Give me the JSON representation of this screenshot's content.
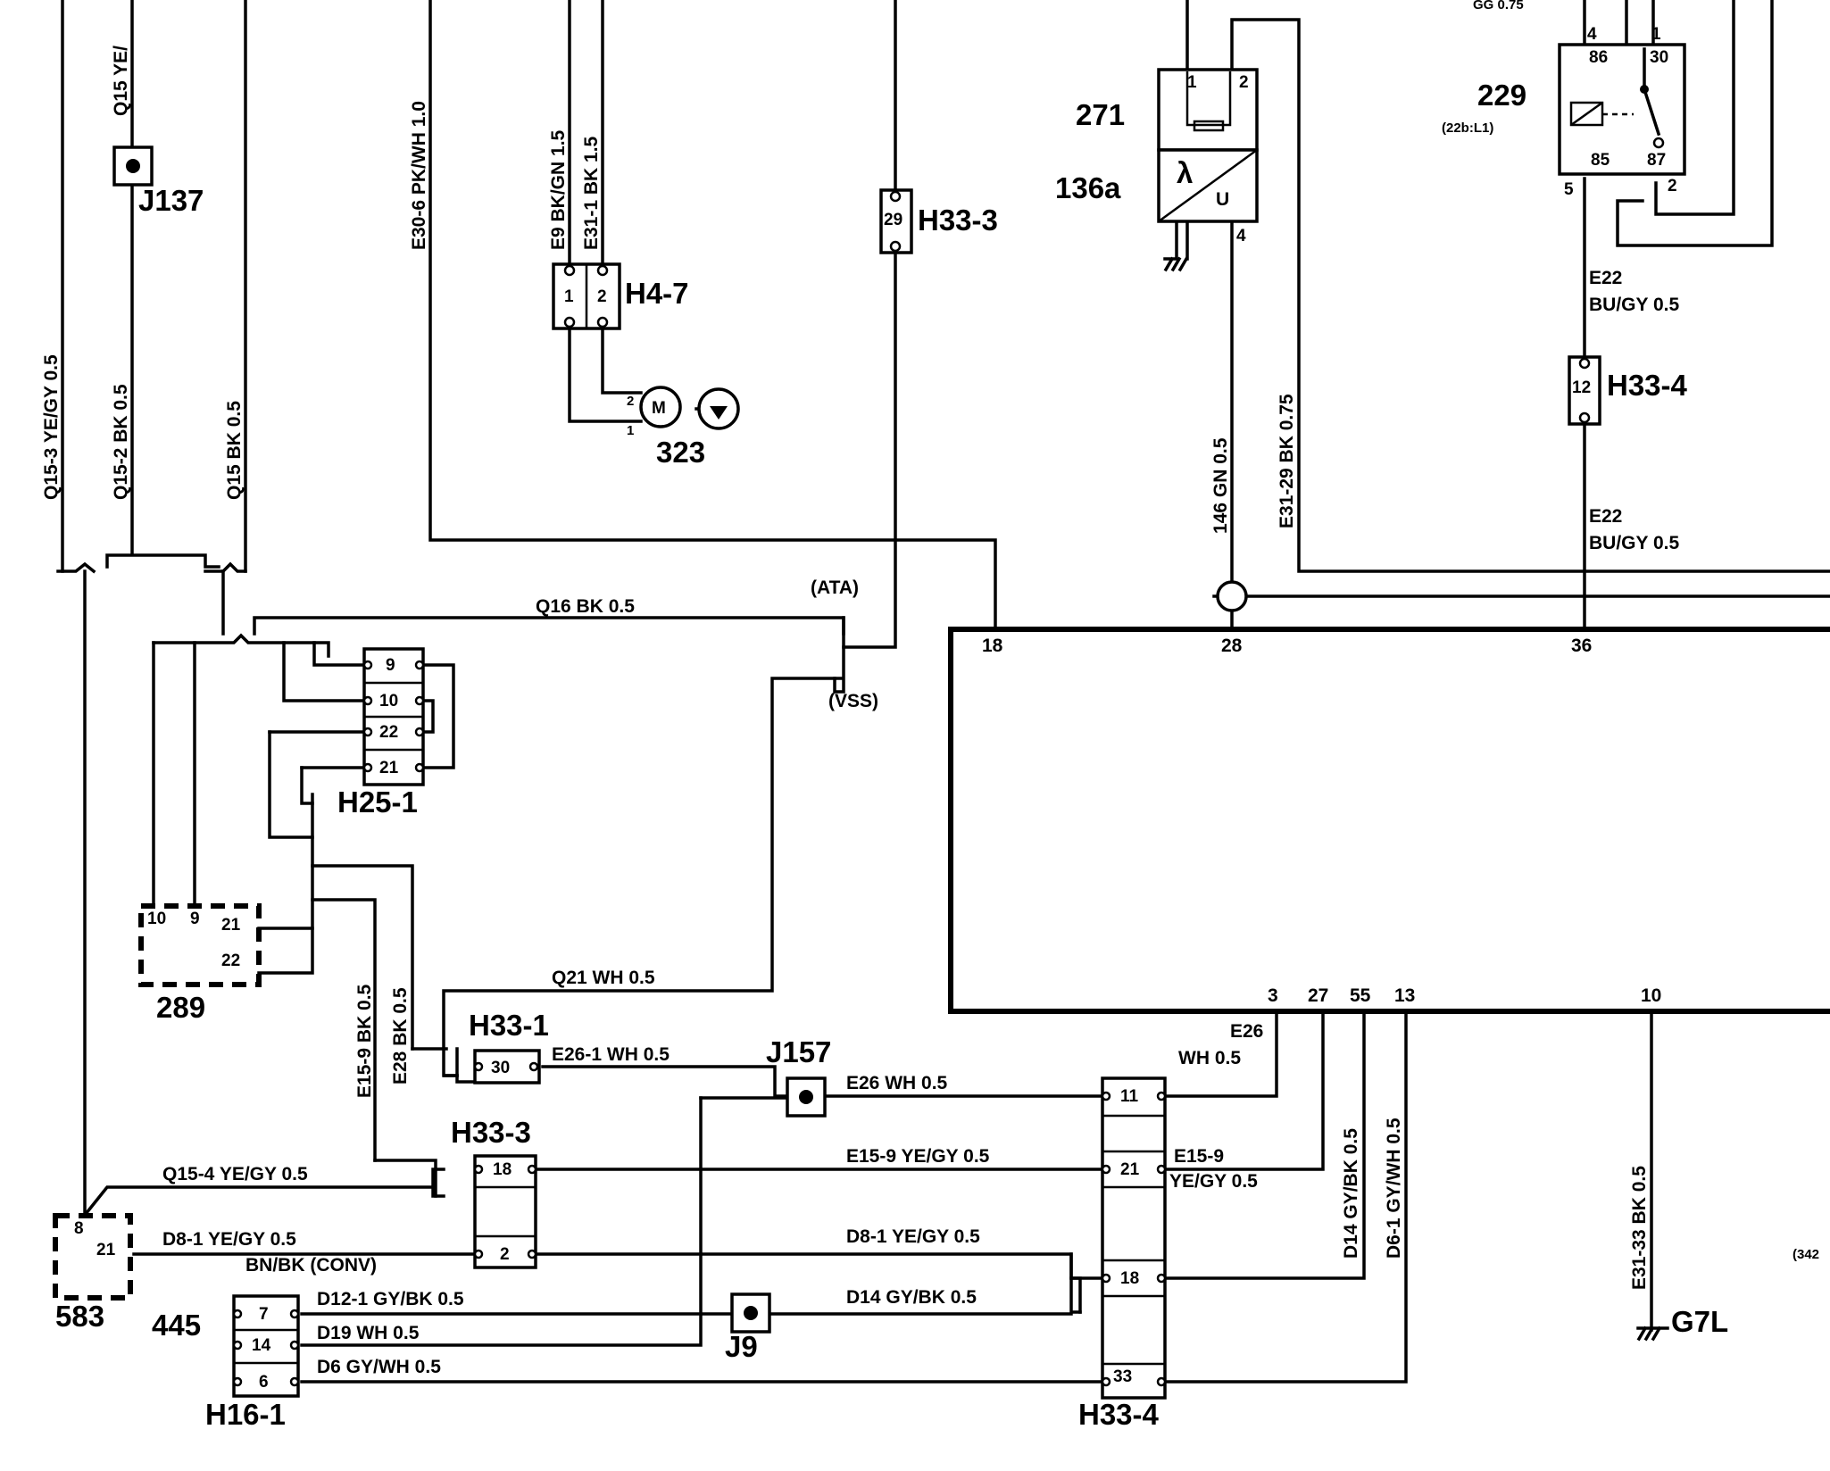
{
  "components": {
    "c_271": "271",
    "c_136a": "136a",
    "c_229": "229",
    "c_229_ref": "(22b:L1)",
    "c_323": "323",
    "c_289": "289",
    "c_583": "583",
    "c_445": "445",
    "j137": "J137",
    "j157": "J157",
    "j9": "J9",
    "g7l": "G7L"
  },
  "connectors": {
    "h33_3_top": "H33-3",
    "h4_7": "H4-7",
    "h33_4_top": "H33-4",
    "h25_1": "H25-1",
    "h33_1": "H33-1",
    "h33_3_mid": "H33-3",
    "h16_1": "H16-1",
    "h33_4_bot": "H33-4"
  },
  "pins": {
    "p271_1": "1",
    "p271_2": "2",
    "p136_4": "4",
    "p229_86": "86",
    "p229_30": "30",
    "p229_85": "85",
    "p229_87": "87",
    "p229_4": "4",
    "p229_1": "1",
    "p229_5": "5",
    "p229_2": "2",
    "h33_3_top_29": "29",
    "h4_7_1": "1",
    "h4_7_2": "2",
    "m323_2": "2",
    "m323_1": "1",
    "motor": "M",
    "h33_4_top_12": "12",
    "h25_9": "9",
    "h25_10": "10",
    "h25_22": "22",
    "h25_21": "21",
    "c289_10": "10",
    "c289_9": "9",
    "c289_21": "21",
    "c289_22": "22",
    "h33_1_30": "30",
    "h33_3_18": "18",
    "h33_3_2": "2",
    "c583_8": "8",
    "c583_21": "21",
    "h16_7": "7",
    "h16_14": "14",
    "h16_6": "6",
    "h33_4_11": "11",
    "h33_4_21": "21",
    "h33_4_18": "18",
    "h33_4_33": "33",
    "ecu_18": "18",
    "ecu_28": "28",
    "ecu_36": "36",
    "ecu_3": "3",
    "ecu_27": "27",
    "ecu_55": "55",
    "ecu_13": "13",
    "ecu_10": "10"
  },
  "wires": {
    "q15_ye_top": "Q15  YE/",
    "q15_3": "Q15-3   YE/GY   0.5",
    "q15_2": "Q15-2   BK   0.5",
    "q15_bk": "Q15   BK   0.5",
    "e30_6": "E30-6    PK/WH  1.0",
    "e9": "E9  BK/GN   1.5",
    "e31_1": "E31-1    BK  1.5",
    "e31_29": "E31-29     BK  0.75",
    "n146": "146    GN  0.5",
    "top_partial": "GG 0.75",
    "e22_a": "E22",
    "e22_a_color": "BU/GY   0.5",
    "e22_b": "E22",
    "e22_b_color": "BU/GY   0.5",
    "q16": "Q16   BK   0.5",
    "ata": "(ATA)",
    "vss": "(VSS)",
    "q21": "Q21   WH 0.5",
    "e15_9_vert": "E15-9    BK  0.5",
    "e28": "E28   BK 0.5",
    "e26_1": "E26-1    WH 0.5",
    "e26": "E26   WH  0.5",
    "e26_ecu": "E26",
    "e26_ecu_color": "WH  0.5",
    "q15_4": "Q15-4   YE/GY   0.5",
    "e15_9_h": "E15-9    YE/GY   0.5",
    "e15_9_r": "E15-9",
    "e15_9_r_color": "YE/GY   0.5",
    "d8_1_left": "D8-1    YE/GY   0.5",
    "bn_bk": "BN/BK (CONV)",
    "d8_1_right": "D8-1    YE/GY  0.5",
    "d12_1": "D12-1    GY/BK   0.5",
    "d14_h": "D14    GY/BK   0.5",
    "d19": "D19   WH 0.5",
    "d6": "D6  GY/WH 0.5",
    "d14_v": "D14     GY/BK   0.5",
    "d6_1": "D6-1    GY/WH  0.5",
    "e31_33": "E31-33      BK   0.5",
    "ref_342": "(342"
  },
  "symbols": {
    "lambda": "λ",
    "u": "U"
  }
}
